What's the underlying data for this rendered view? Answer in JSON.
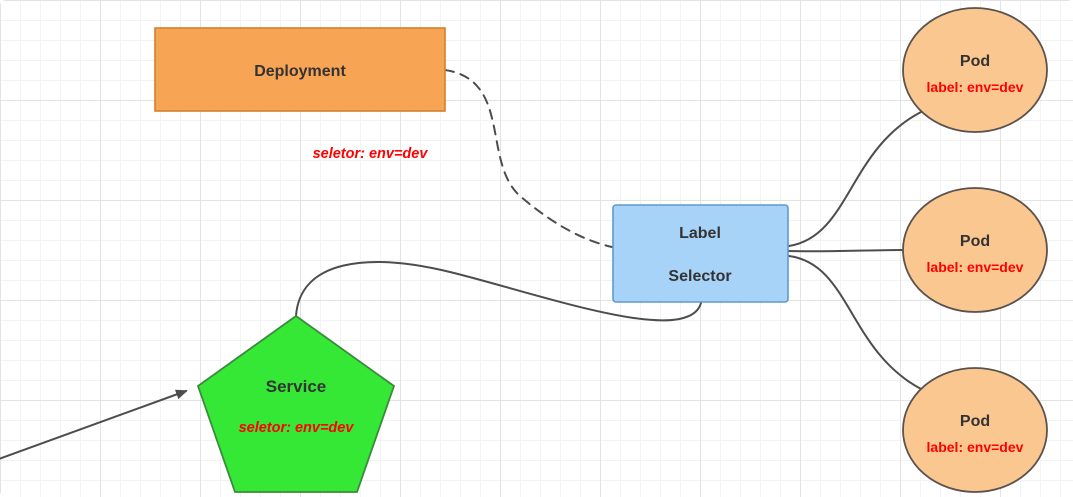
{
  "diagram": {
    "deployment": {
      "label": "Deployment",
      "selector_text": "seletor:  env=dev"
    },
    "label_selector": {
      "line1": "Label",
      "line2": "Selector"
    },
    "service": {
      "label": "Service",
      "selector_text": "seletor:  env=dev"
    },
    "pods": [
      {
        "label": "Pod",
        "sublabel": "label: env=dev"
      },
      {
        "label": "Pod",
        "sublabel": "label: env=dev"
      },
      {
        "label": "Pod",
        "sublabel": "label: env=dev"
      }
    ],
    "colors": {
      "deployment_fill": "#F8A455",
      "deployment_stroke": "#D2802F",
      "selector_fill": "#A8D3F8",
      "selector_stroke": "#6099CC",
      "service_fill": "#35E835",
      "service_stroke": "#3C8A3C",
      "pod_fill": "#FBC791",
      "pod_stroke": "#5A524C",
      "connector": "#4D4D4D",
      "text_dark": "#333333",
      "text_red": "#FF0000"
    }
  }
}
